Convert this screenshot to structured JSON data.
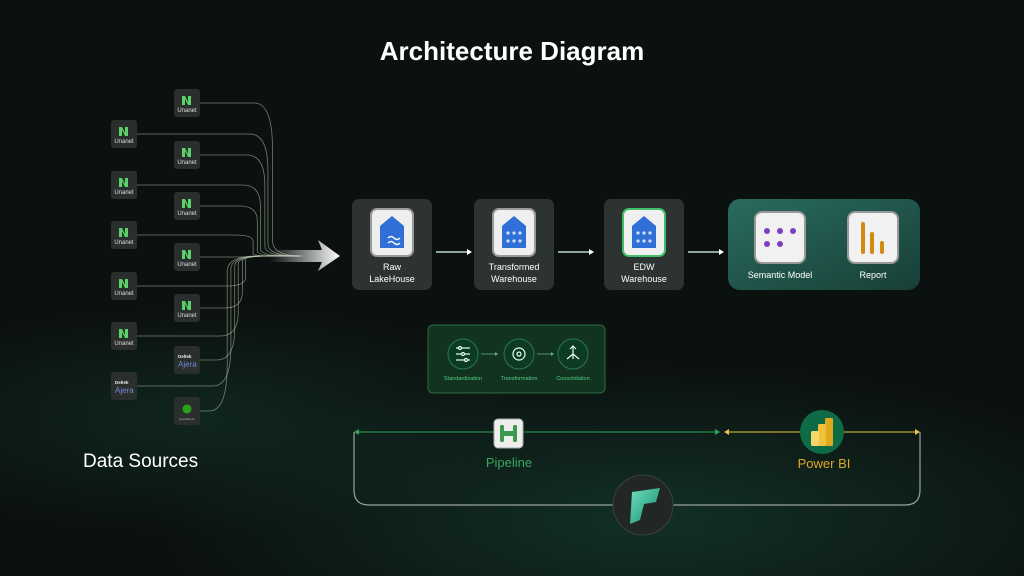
{
  "title": "Architecture Diagram",
  "data_sources_label": "Data Sources",
  "sources": {
    "unanet": "Unanet",
    "deltek_top": "Deltek",
    "ajera": "Ajera",
    "quickbooks": "QuickBooks"
  },
  "stages": [
    {
      "line1": "Raw",
      "line2": "LakeHouse",
      "icon": "lakehouse-icon"
    },
    {
      "line1": "Transformed",
      "line2": "Warehouse",
      "icon": "warehouse-icon"
    },
    {
      "line1": "EDW",
      "line2": "Warehouse",
      "icon": "warehouse-icon"
    }
  ],
  "bi": {
    "semantic_model": "Semantic Model",
    "report": "Report"
  },
  "process": [
    "Standardization",
    "Transformation",
    "Consolidation"
  ],
  "pipeline_label": "Pipeline",
  "powerbi_label": "Power BI",
  "colors": {
    "accent_green": "#2fa15a",
    "powerbi_yellow": "#e8c34a",
    "warehouse_blue": "#2f6fd6",
    "semantic_purple": "#7b3fc2",
    "report_orange": "#d08a12"
  }
}
